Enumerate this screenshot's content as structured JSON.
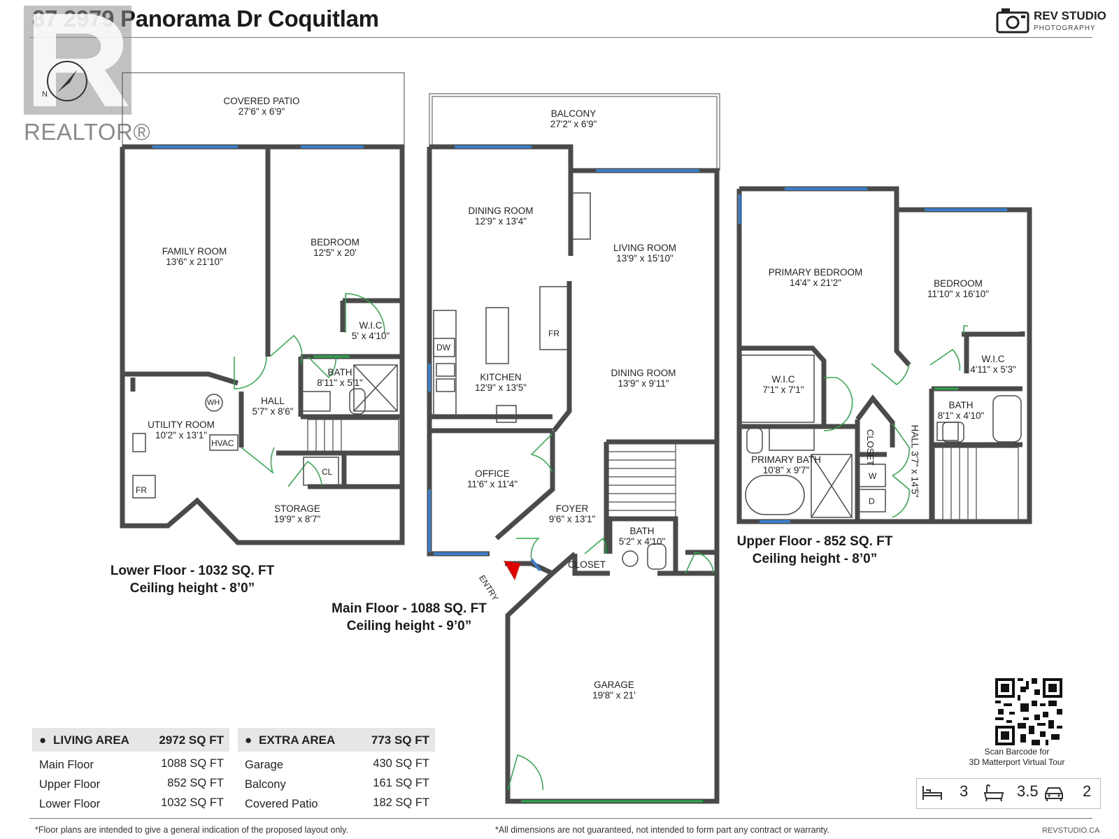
{
  "header": {
    "title": "87 2979 Panorama Dr Coquitlam",
    "brand": "REV STUDIO",
    "brand_sub": "PHOTOGRAPHY",
    "realtor": "REALTOR®"
  },
  "floors": {
    "lower": {
      "label_line1": "Lower Floor - 1032 SQ. FT",
      "label_line2": "Ceiling height - 8’0”",
      "rooms": [
        {
          "name": "COVERED PATIO",
          "dims": "27'6\" x 6'9\""
        },
        {
          "name": "FAMILY ROOM",
          "dims": "13'6\" x 21'10\""
        },
        {
          "name": "BEDROOM",
          "dims": "12'5\" x 20'"
        },
        {
          "name": "W.I.C",
          "dims": "5' x 4'10\""
        },
        {
          "name": "BATH",
          "dims": "8'11\" x 5'1\""
        },
        {
          "name": "HALL",
          "dims": "5'7\" x 8'6\""
        },
        {
          "name": "UTILITY ROOM",
          "dims": "10'2\" x 13'1\""
        },
        {
          "name": "STORAGE",
          "dims": "19'9\" x 8'7\""
        }
      ],
      "tags": [
        "WH",
        "HVAC",
        "FR",
        "CL"
      ]
    },
    "main": {
      "label_line1": "Main Floor - 1088 SQ. FT",
      "label_line2": "Ceiling height - 9’0”",
      "rooms": [
        {
          "name": "BALCONY",
          "dims": "27'2\" x 6'9\""
        },
        {
          "name": "DINING ROOM",
          "dims": "12'9\" x 13'4\""
        },
        {
          "name": "LIVING ROOM",
          "dims": "13'9\" x 15'10\""
        },
        {
          "name": "KITCHEN",
          "dims": "12'9\" x 13'5\""
        },
        {
          "name": "DINING ROOM",
          "dims": "13'9\" x 9'11\""
        },
        {
          "name": "OFFICE",
          "dims": "11'6\" x 11'4\""
        },
        {
          "name": "FOYER",
          "dims": "9'6\" x 13'1\""
        },
        {
          "name": "BATH",
          "dims": "5'2\" x 4'10\""
        },
        {
          "name": "GARAGE",
          "dims": "19'8\" x 21'"
        }
      ],
      "tags": [
        "DW",
        "FR",
        "CLOSET",
        "ENTRY"
      ]
    },
    "upper": {
      "label_line1": "Upper Floor - 852 SQ. FT",
      "label_line2": "Ceiling height - 8’0”",
      "rooms": [
        {
          "name": "PRIMARY BEDROOM",
          "dims": "14'4\" x 21'2\""
        },
        {
          "name": "BEDROOM",
          "dims": "11'10\" x 16'10\""
        },
        {
          "name": "W.I.C",
          "dims": "7'1\" x 7'1\""
        },
        {
          "name": "W.I.C",
          "dims": "4'11\" x 5'3\""
        },
        {
          "name": "BATH",
          "dims": "8'1\" x 4'10\""
        },
        {
          "name": "PRIMARY BATH",
          "dims": "10'8\" x 9'7\""
        }
      ],
      "hall_name": "HALL",
      "hall_dims": "3'7\" x 14'5\"",
      "tags": [
        "CLOSET",
        "W",
        "D"
      ]
    }
  },
  "living_area": {
    "title": "LIVING AREA",
    "total": "2972 SQ FT",
    "rows": [
      {
        "label": "Main Floor",
        "value": "1088 SQ FT"
      },
      {
        "label": "Upper Floor",
        "value": "852 SQ FT"
      },
      {
        "label": "Lower Floor",
        "value": "1032 SQ FT"
      }
    ]
  },
  "extra_area": {
    "title": "EXTRA AREA",
    "total": "773 SQ FT",
    "rows": [
      {
        "label": "Garage",
        "value": "430 SQ FT"
      },
      {
        "label": "Balcony",
        "value": "161 SQ FT"
      },
      {
        "label": "Covered Patio",
        "value": "182 SQ FT"
      }
    ]
  },
  "qr": {
    "caption_line1": "Scan Barcode for",
    "caption_line2": "3D Matterport Virtual Tour"
  },
  "stats": {
    "bedrooms": "3",
    "bathrooms": "3.5",
    "parking": "2"
  },
  "footer": {
    "left": "*Floor plans are intended to give a general indication of the proposed layout only.",
    "center": "*All dimensions are not guaranteed, not intended to form part any contract or warranty.",
    "right": "REVSTUDIO.CA"
  },
  "colors": {
    "wall": "#4a4a4a",
    "window": "#3a7fc9",
    "door": "#2da84a",
    "entry_marker": "#e00000"
  }
}
